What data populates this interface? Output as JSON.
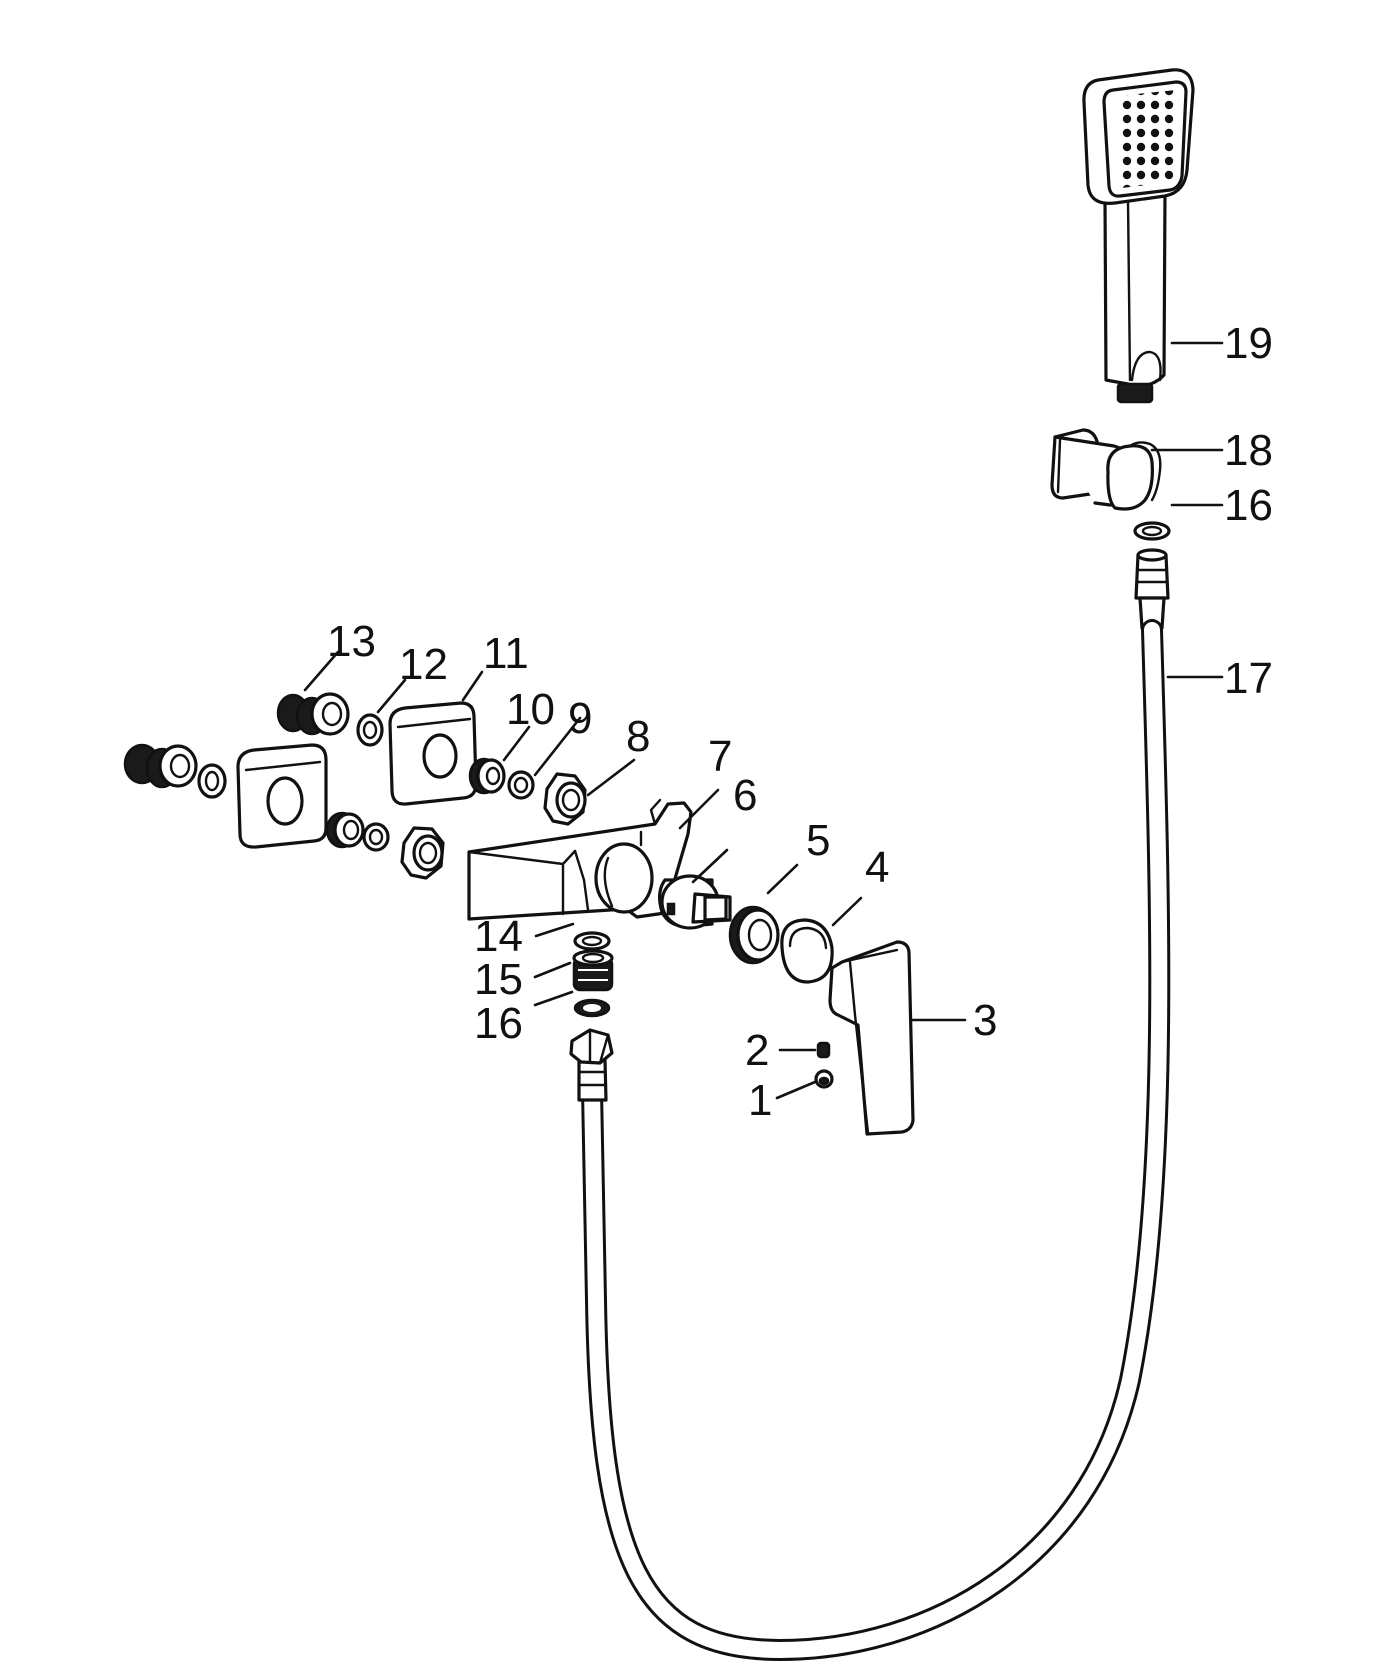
{
  "diagram": {
    "type": "exploded-parts",
    "callouts": {
      "c1": "1",
      "c2": "2",
      "c3": "3",
      "c4": "4",
      "c5": "5",
      "c6": "6",
      "c7": "7",
      "c8": "8",
      "c9": "9",
      "c10": "10",
      "c11": "11",
      "c12": "12",
      "c13": "13",
      "c14": "14",
      "c15": "15",
      "c16a": "16",
      "c16b": "16",
      "c17": "17",
      "c18": "18",
      "c19": "19"
    }
  }
}
